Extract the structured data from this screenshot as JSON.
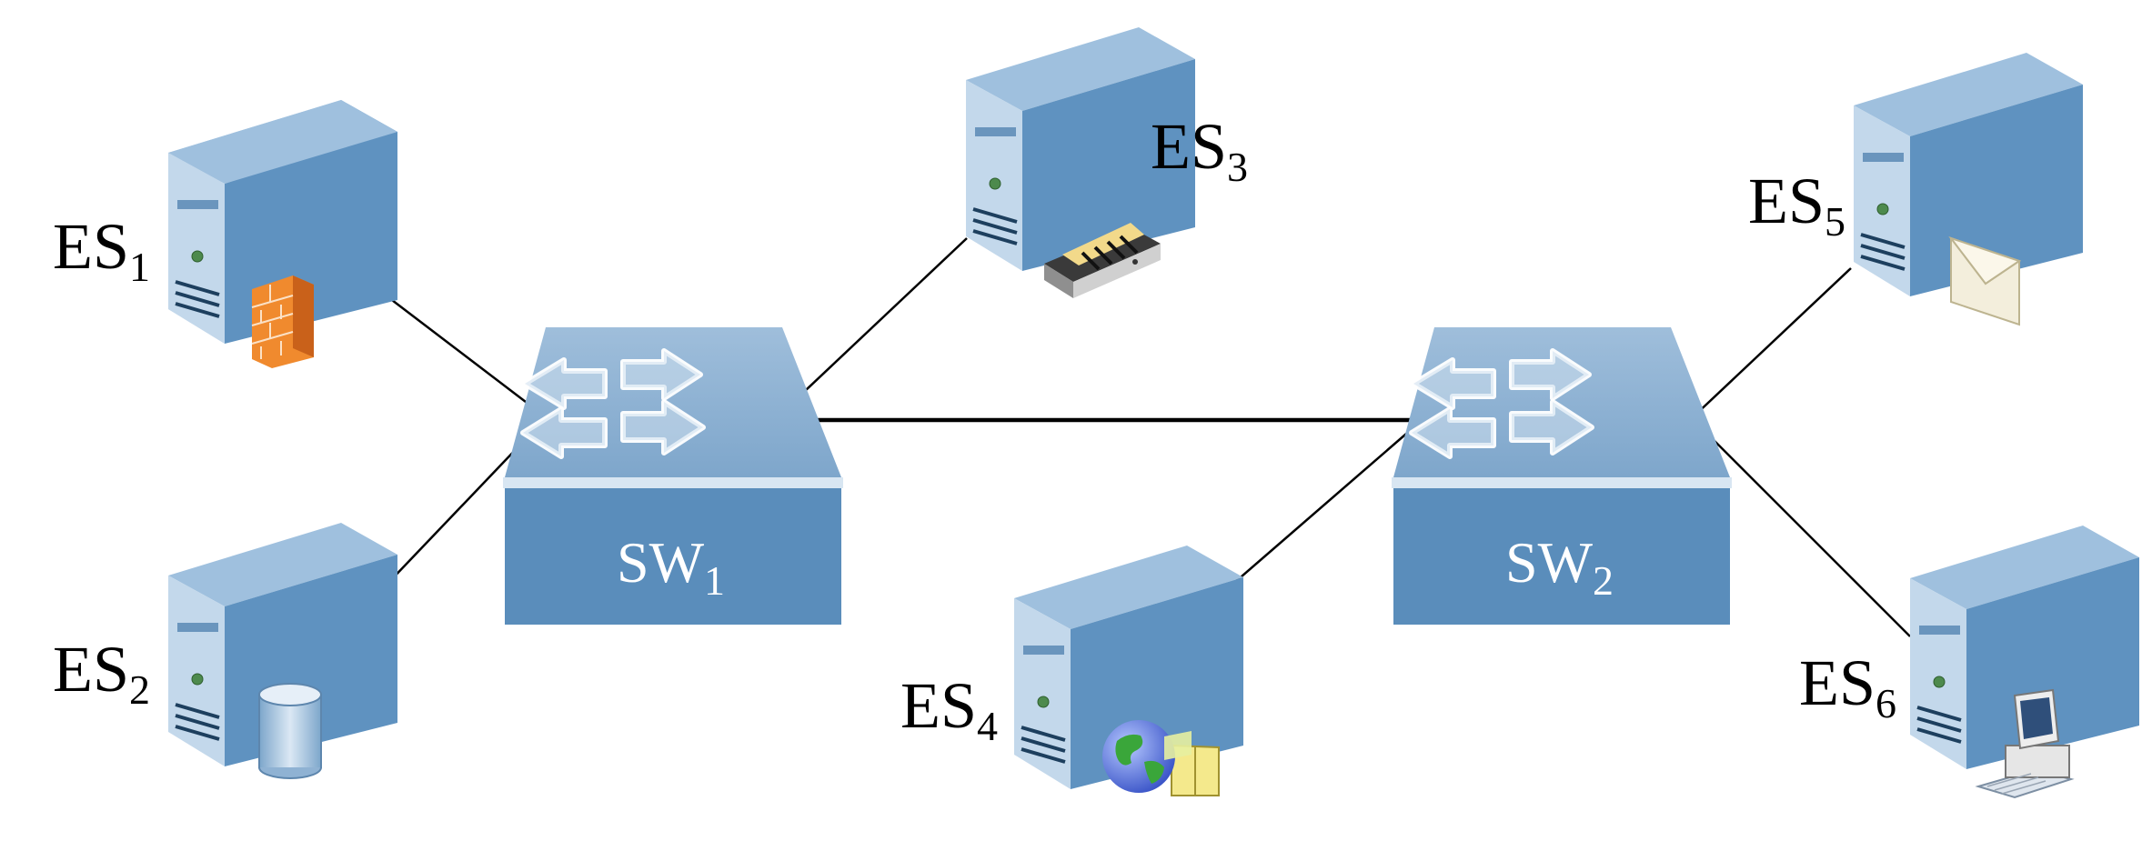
{
  "nodes": {
    "es1": {
      "label": "ES",
      "sub": "1",
      "icon": "firewall-icon"
    },
    "es2": {
      "label": "ES",
      "sub": "2",
      "icon": "database-icon"
    },
    "es3": {
      "label": "ES",
      "sub": "3",
      "icon": "printer-icon"
    },
    "es4": {
      "label": "ES",
      "sub": "4",
      "icon": "web-globe-icon"
    },
    "es5": {
      "label": "ES",
      "sub": "5",
      "icon": "mail-envelope-icon"
    },
    "es6": {
      "label": "ES",
      "sub": "6",
      "icon": "workstation-pc-icon"
    },
    "sw1": {
      "label": "SW",
      "sub": "1",
      "icon": "network-switch-icon"
    },
    "sw2": {
      "label": "SW",
      "sub": "2",
      "icon": "network-switch-icon"
    }
  },
  "links": [
    [
      "es1",
      "sw1"
    ],
    [
      "es2",
      "sw1"
    ],
    [
      "es3",
      "sw1"
    ],
    [
      "sw1",
      "sw2"
    ],
    [
      "es4",
      "sw2"
    ],
    [
      "es5",
      "sw2"
    ],
    [
      "es6",
      "sw2"
    ]
  ],
  "colors": {
    "switch_face": "#5a8dbb",
    "switch_top": "#8fb2d3",
    "server_side": "#5f92c0",
    "server_front": "#b9d1e6",
    "link": "#000000"
  }
}
